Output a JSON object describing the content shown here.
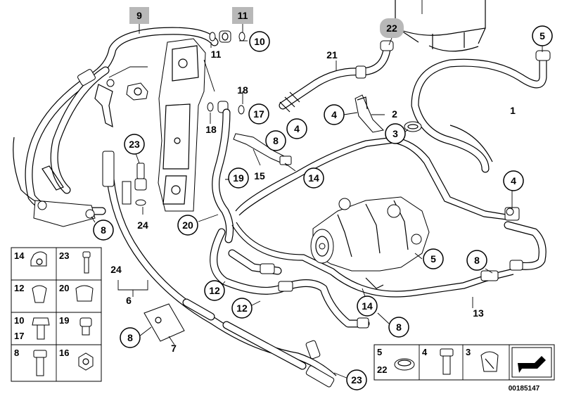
{
  "diagram": {
    "drawing_number": "00185147",
    "callouts": {
      "c1": "1",
      "c2": "2",
      "c3": "3",
      "c4a": "4",
      "c4b": "4",
      "c4c": "4",
      "c5a": "5",
      "c5b": "5",
      "c6": "6",
      "c7": "7",
      "c8a": "8",
      "c8b": "8",
      "c8c": "8",
      "c8d": "8",
      "c8e": "8",
      "c9": "9",
      "c10": "10",
      "c11a": "11",
      "c11b": "11",
      "c12a": "12",
      "c12b": "12",
      "c13": "13",
      "c14a": "14",
      "c14b": "14",
      "c15": "15",
      "c17": "17",
      "c18a": "18",
      "c18b": "18",
      "c19": "19",
      "c20": "20",
      "c21": "21",
      "c22": "22",
      "c23a": "23",
      "c23b": "23",
      "c24a": "24",
      "c24b": "24"
    },
    "legend_left": [
      {
        "a": "14",
        "b": "23"
      },
      {
        "a": "12",
        "b": "20"
      },
      {
        "a": "10",
        "a2": "17",
        "b": "19"
      },
      {
        "a": "8",
        "b": "16"
      }
    ],
    "legend_bottom": [
      {
        "a": "5",
        "a2": "22"
      },
      {
        "a": "4"
      },
      {
        "a": "3"
      }
    ]
  }
}
